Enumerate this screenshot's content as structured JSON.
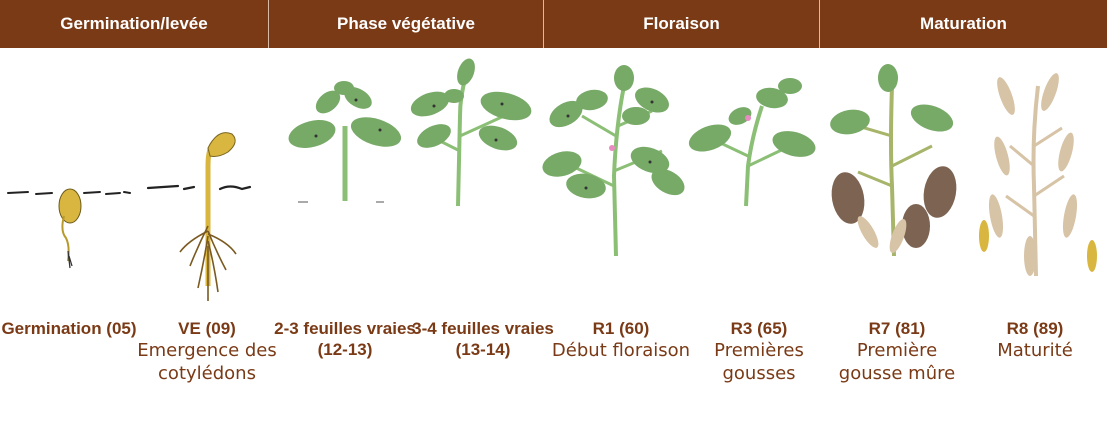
{
  "colors": {
    "header_bg": "#7a3a16",
    "text": "#7a3a16",
    "leaf_green": "#77a967",
    "stem_green": "#8cbf76",
    "cotyledon_yellow": "#d8b640",
    "dry_tan": "#d7c3a6",
    "senescent_brown": "#7d6452",
    "flower_pink": "#e98bc0"
  },
  "phases": [
    {
      "label": "Germination/levée"
    },
    {
      "label": "Phase végétative"
    },
    {
      "label": "Floraison"
    },
    {
      "label": "Maturation"
    }
  ],
  "stages": [
    {
      "code": "Germination (05)",
      "desc": "",
      "icon": "germinating-seed-icon"
    },
    {
      "code": "VE (09)",
      "desc": "Emergence des cotylédons",
      "icon": "emerging-seedling-icon"
    },
    {
      "code": "2-3 feuilles vraies (12-13)",
      "desc": "",
      "icon": "young-plant-icon"
    },
    {
      "code": "3-4 feuilles vraies (13-14)",
      "desc": "",
      "icon": "leafy-plant-icon"
    },
    {
      "code": "R1 (60)",
      "desc": "Début floraison",
      "icon": "flowering-plant-icon"
    },
    {
      "code": "R3 (65)",
      "desc": "Premières gousses",
      "icon": "podding-plant-icon"
    },
    {
      "code": "R7 (81)",
      "desc": "Première gousse mûre",
      "icon": "maturing-plant-icon"
    },
    {
      "code": "R8 (89)",
      "desc": "Maturité",
      "icon": "mature-plant-icon"
    }
  ]
}
